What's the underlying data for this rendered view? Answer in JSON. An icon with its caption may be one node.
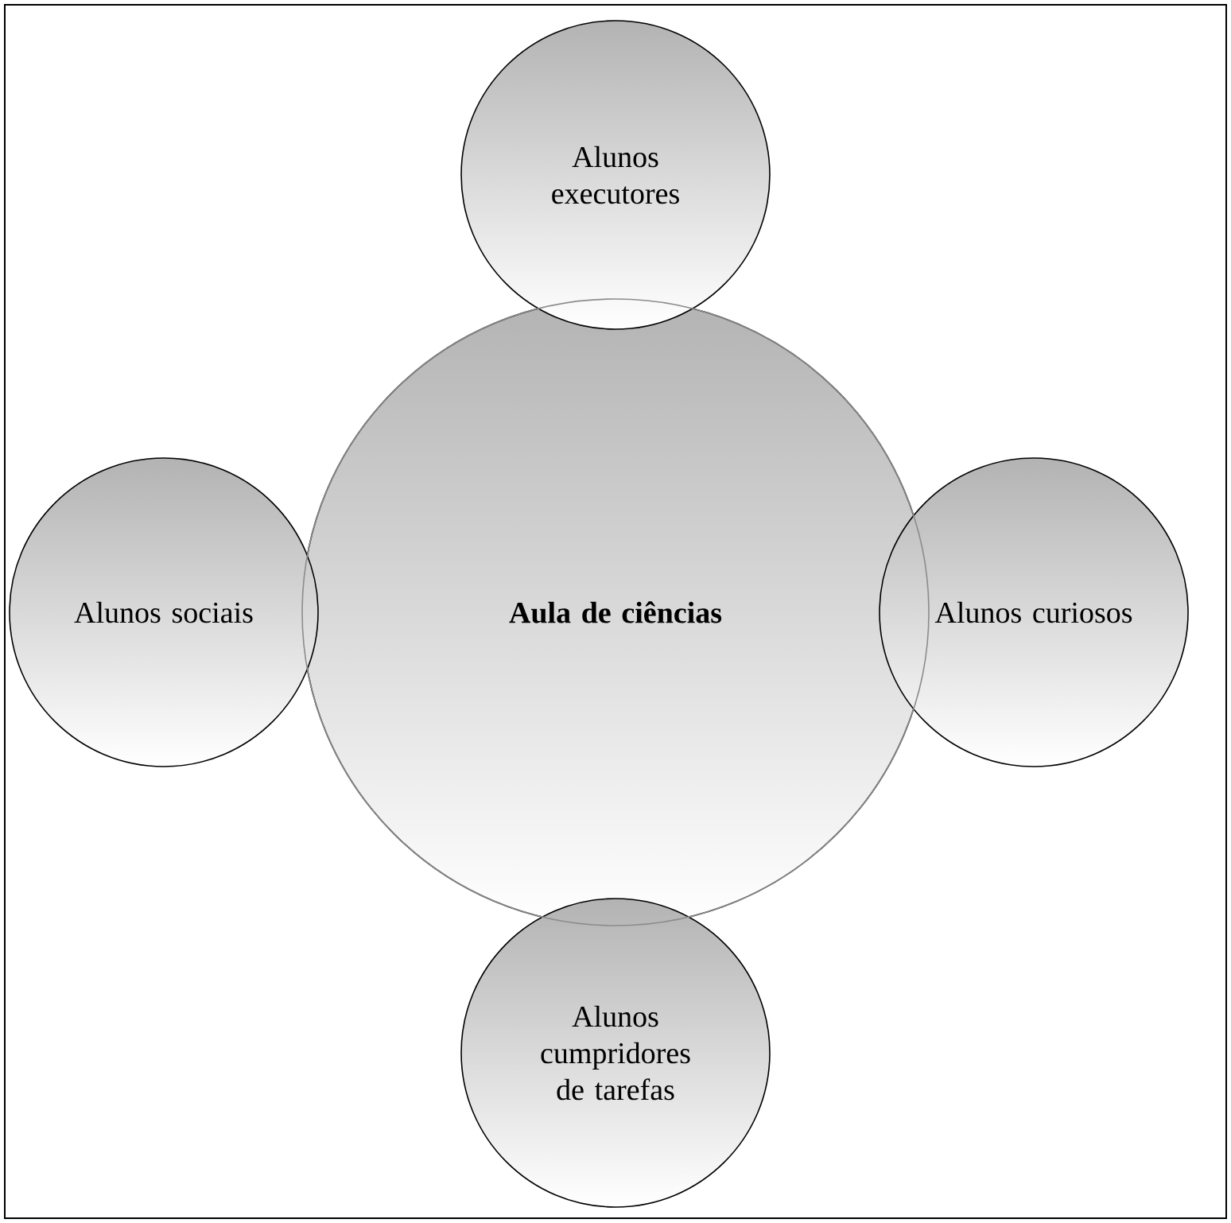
{
  "diagram": {
    "nodes": [
      {
        "text": [
          "**Aula de ciências**"
        ]
      },
      {
        "text": [
          "Alunos executores"
        ]
      },
      {
        "text": [
          "Alunos sociais"
        ]
      },
      {
        "text": [
          "Alunos curiosos"
        ]
      },
      {
        "text": [
          "Alunos cumpridores de tarefas"
        ]
      }
    ]
  }
}
